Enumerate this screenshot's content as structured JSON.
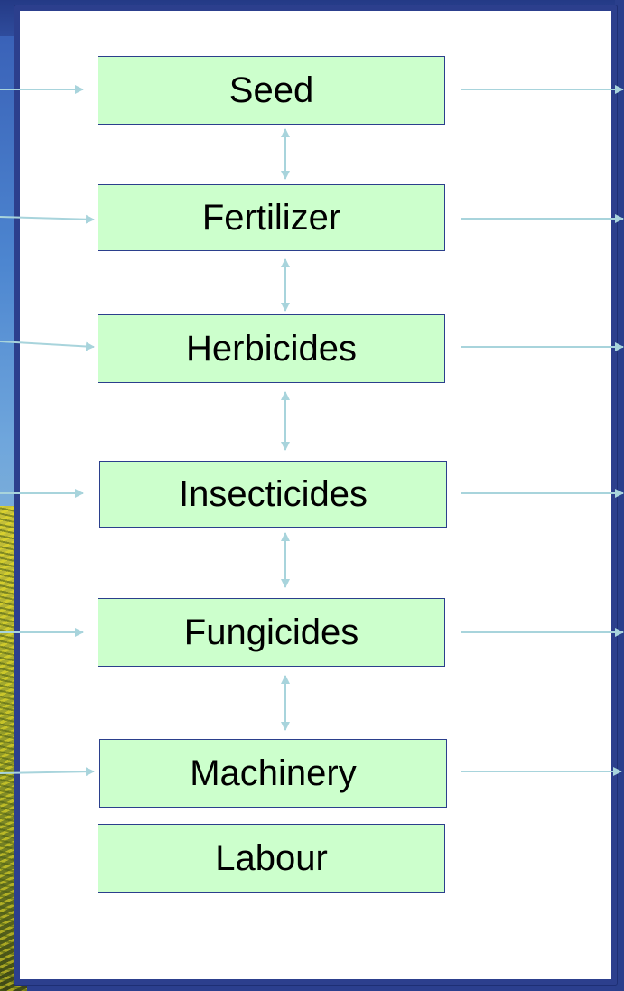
{
  "diagram": {
    "boxes": [
      {
        "label": "Seed"
      },
      {
        "label": "Fertilizer"
      },
      {
        "label": "Herbicides"
      },
      {
        "label": "Insecticides"
      },
      {
        "label": "Fungicides"
      },
      {
        "label": "Machinery"
      },
      {
        "label": "Labour"
      }
    ]
  },
  "colors": {
    "box_fill": "#ccffcc",
    "box_border": "#2b3f8c",
    "arrow": "#a8d4dc",
    "panel_border": "#2c3f8d"
  }
}
